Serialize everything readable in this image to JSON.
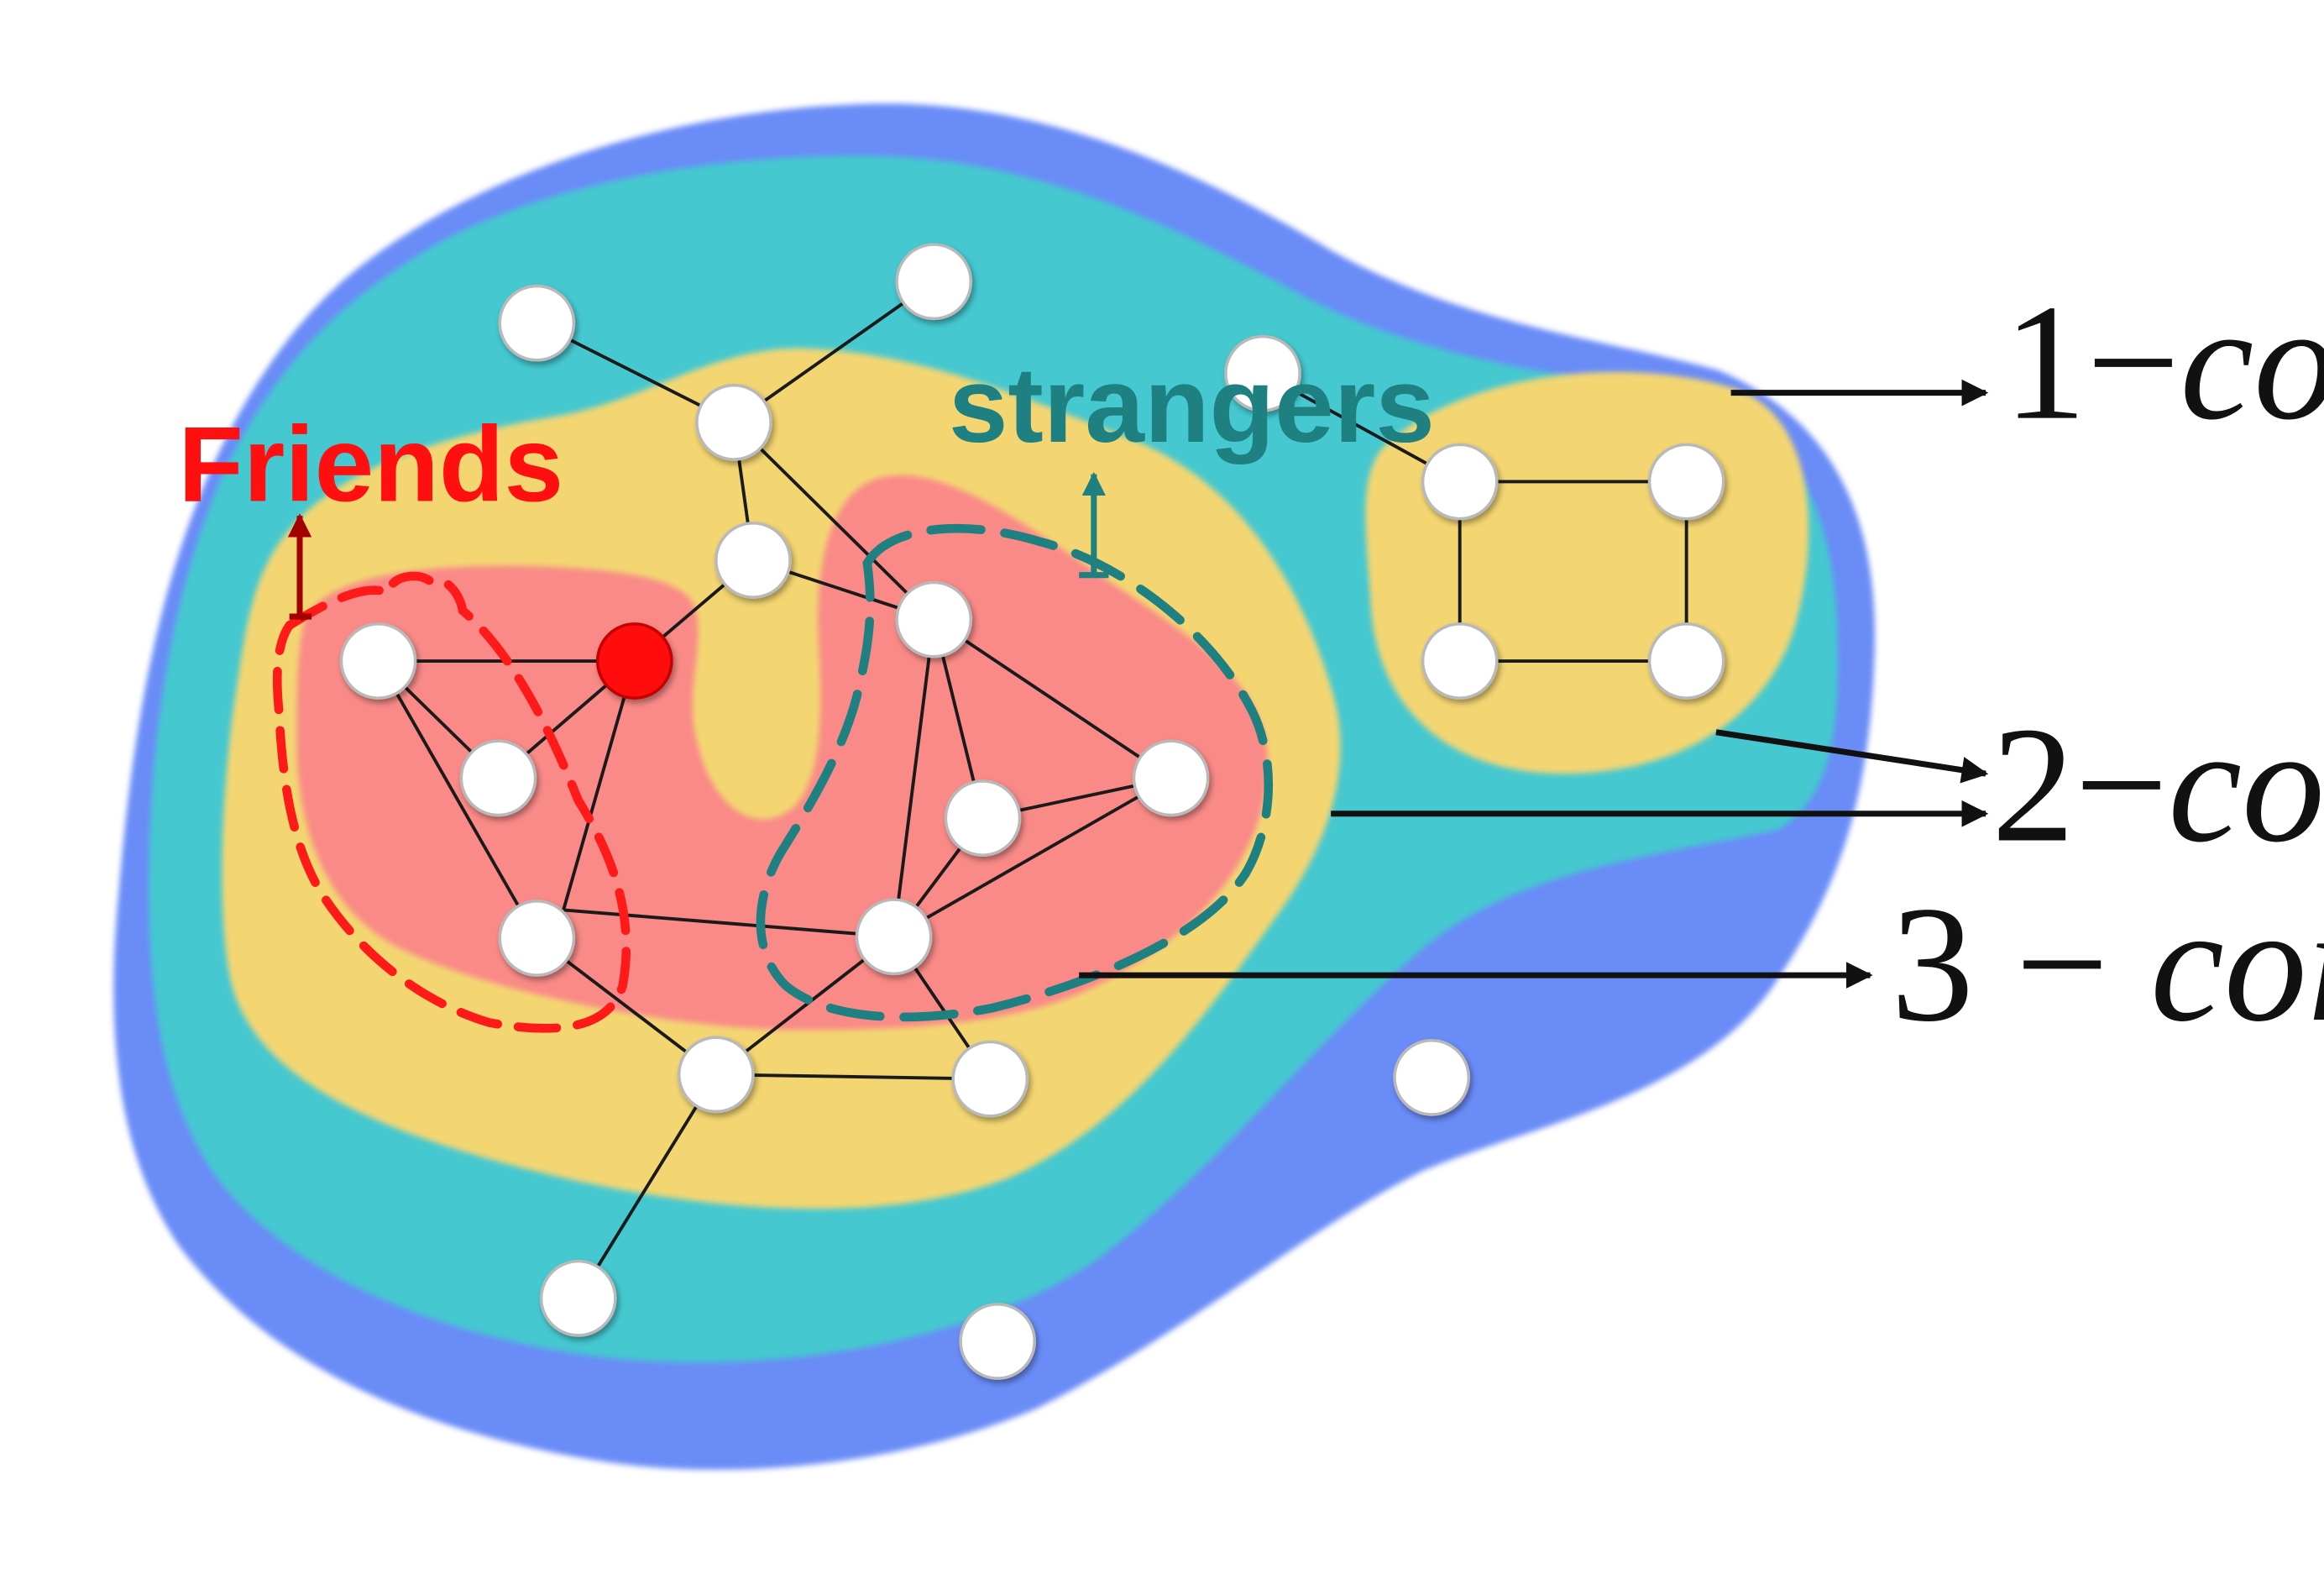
{
  "labels": {
    "friends": "Friends",
    "strangers": "strangers"
  },
  "cores": [
    {
      "num": "1",
      "dash": "−",
      "word": "core"
    },
    {
      "num": "2",
      "dash": "−",
      "word": "core"
    },
    {
      "num": "3",
      "dash": " − ",
      "word": "core"
    }
  ],
  "colors": {
    "core1_region": "#6a8cf7",
    "core2_region": "#44c8d0",
    "core3_region": "#f3d672",
    "dense_region": "#f98a87",
    "friends": "#ff0f0f",
    "friends_arrow": "#a40000",
    "strangers": "#1e8080",
    "focus_node": "#ff0a0a",
    "node": "#ffffff"
  },
  "icons": {
    "focus_node": "red-circle-node",
    "regular_node": "white-circle-node"
  }
}
